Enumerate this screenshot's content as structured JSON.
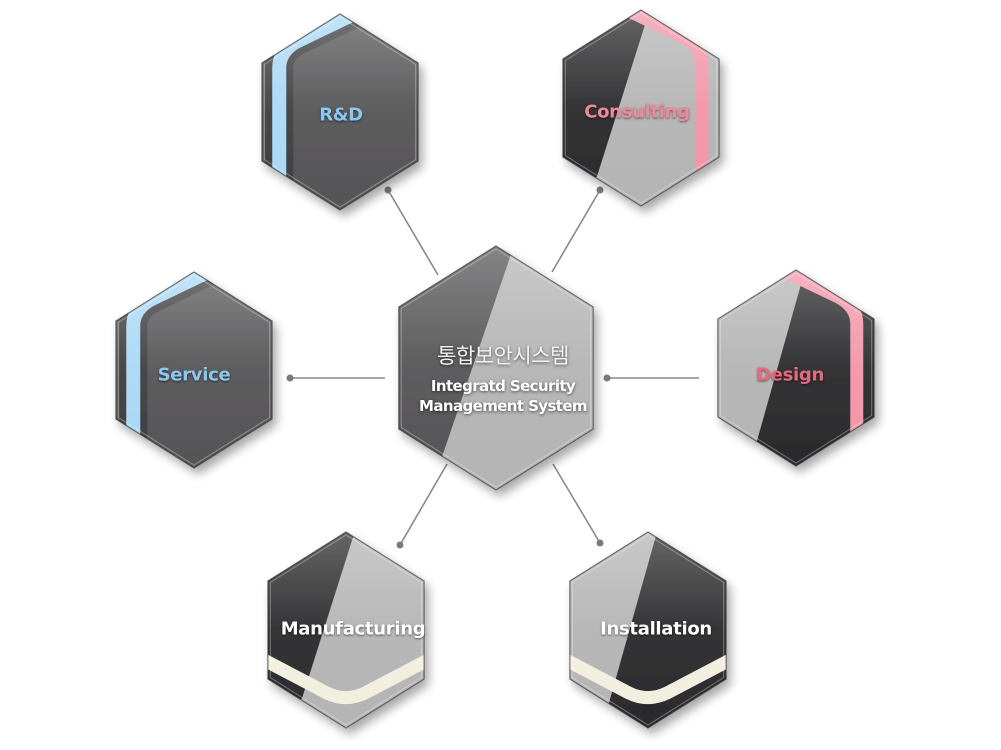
{
  "center": {
    "korean_title": "통합보안시스템",
    "english_line1": "Integratd Security",
    "english_line2": "Management System"
  },
  "nodes": [
    {
      "id": "rnd",
      "label": "R&D",
      "label_color": "#8cc8ee",
      "accent": "#a9d8f5",
      "style": "dark"
    },
    {
      "id": "consulting",
      "label": "Consulting",
      "label_color": "#f08a9b",
      "accent": "#f295a8",
      "style": "split"
    },
    {
      "id": "service",
      "label": "Service",
      "label_color": "#8cc8ee",
      "accent": "#a9d8f5",
      "style": "dark"
    },
    {
      "id": "design",
      "label": "Design",
      "label_color": "#e8687f",
      "accent": "#f295a8",
      "style": "split-light"
    },
    {
      "id": "manufacturing",
      "label": "Manufacturing",
      "label_color": "#ffffff",
      "accent": "#f3efdf",
      "style": "split"
    },
    {
      "id": "installation",
      "label": "Installation",
      "label_color": "#ffffff",
      "accent": "#f3efdf",
      "style": "split-light"
    }
  ],
  "colors": {
    "dark_fill": "#555456",
    "darker_fill": "#2a2a2c",
    "light_fill": "#b4b4b4",
    "connector": "#8a8a8a"
  }
}
